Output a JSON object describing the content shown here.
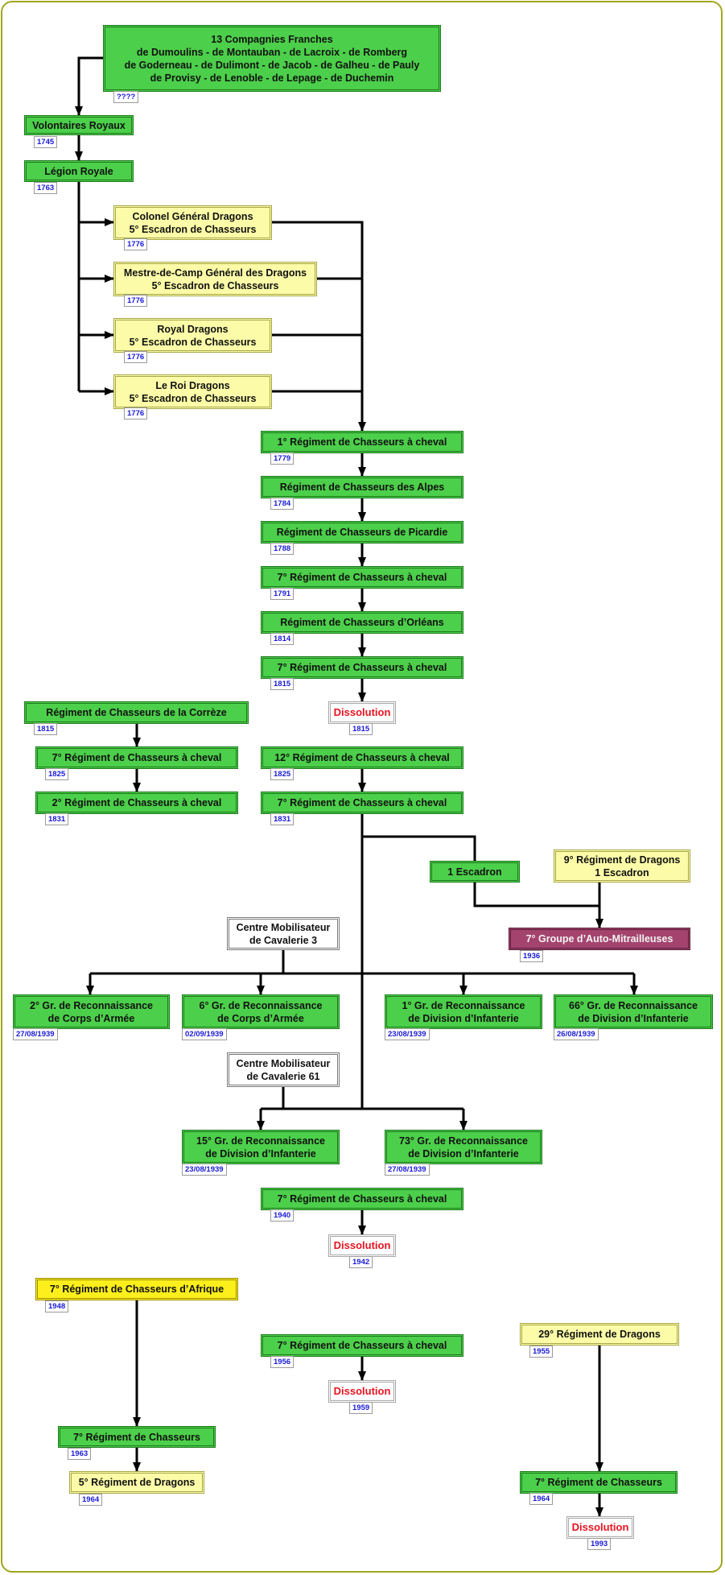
{
  "nodes": [
    {
      "id": "compagnies-franches",
      "label": "13 Compagnies Franches\nde Dumoulins - de Montauban - de Lacroix - de Romberg\nde Goderneau - de Dulimont - de Jacob - de Galheu - de Pauly\nde Provisy - de Lenoble - de Lepage - de Duchemin",
      "date": "????",
      "style": "green"
    },
    {
      "id": "volontaires-royaux",
      "label": "Volontaires Royaux",
      "date": "1745",
      "style": "green"
    },
    {
      "id": "legion-royale",
      "label": "Légion Royale",
      "date": "1763",
      "style": "green"
    },
    {
      "id": "colonel-general-dragons",
      "label": "Colonel Général Dragons\n5° Escadron de Chasseurs",
      "date": "1776",
      "style": "pale"
    },
    {
      "id": "mestre-de-camp",
      "label": "Mestre-de-Camp Général des Dragons\n5° Escadron de Chasseurs",
      "date": "1776",
      "style": "pale"
    },
    {
      "id": "royal-dragons",
      "label": "Royal Dragons\n5° Escadron de Chasseurs",
      "date": "1776",
      "style": "pale"
    },
    {
      "id": "le-roi-dragons",
      "label": "Le Roi Dragons\n5° Escadron de Chasseurs",
      "date": "1776",
      "style": "pale"
    },
    {
      "id": "rca-1-1779",
      "label": "1° Régiment de Chasseurs à cheval",
      "date": "1779",
      "style": "green"
    },
    {
      "id": "alpes",
      "label": "Régiment de Chasseurs des Alpes",
      "date": "1784",
      "style": "green"
    },
    {
      "id": "picardie",
      "label": "Régiment de Chasseurs de Picardie",
      "date": "1788",
      "style": "green"
    },
    {
      "id": "rca-7-1791",
      "label": "7° Régiment de Chasseurs à cheval",
      "date": "1791",
      "style": "green"
    },
    {
      "id": "orleans",
      "label": "Régiment de Chasseurs d’Orléans",
      "date": "1814",
      "style": "green"
    },
    {
      "id": "rca-7-1815",
      "label": "7° Régiment de Chasseurs à cheval",
      "date": "1815",
      "style": "green"
    },
    {
      "id": "dissolution-1815",
      "label": "Dissolution",
      "date": "1815",
      "style": "diss"
    },
    {
      "id": "correze",
      "label": "Régiment de Chasseurs de la Corrèze",
      "date": "1815",
      "style": "green"
    },
    {
      "id": "rca-7-1825-left",
      "label": "7° Régiment de Chasseurs à cheval",
      "date": "1825",
      "style": "green"
    },
    {
      "id": "rca-2-1831",
      "label": "2° Régiment de Chasseurs à cheval",
      "date": "1831",
      "style": "green"
    },
    {
      "id": "rca-12-1825",
      "label": "12° Régiment de Chasseurs à cheval",
      "date": "1825",
      "style": "green"
    },
    {
      "id": "rca-7-1831",
      "label": "7° Régiment de Chasseurs à cheval",
      "date": "1831",
      "style": "green"
    },
    {
      "id": "un-escadron",
      "label": "1 Escadron",
      "date": "",
      "style": "green"
    },
    {
      "id": "rd-9-escadron",
      "label": "9° Régiment de Dragons\n1 Escadron",
      "date": "",
      "style": "pale"
    },
    {
      "id": "gam-7",
      "label": "7° Groupe d’Auto-Mitrailleuses",
      "date": "1936",
      "style": "purple"
    },
    {
      "id": "cmc-3",
      "label": "Centre Mobilisateur\nde Cavalerie 3",
      "date": "",
      "style": "white"
    },
    {
      "id": "grca-2",
      "label": "2° Gr. de Reconnaissance\nde Corps d’Armée",
      "date": "27/08/1939",
      "style": "green"
    },
    {
      "id": "grca-6",
      "label": "6° Gr. de Reconnaissance\nde Corps d’Armée",
      "date": "02/09/1939",
      "style": "green"
    },
    {
      "id": "grdi-1",
      "label": "1° Gr. de Reconnaissance\nde Division d’Infanterie",
      "date": "23/08/1939",
      "style": "green"
    },
    {
      "id": "grdi-66",
      "label": "66° Gr. de Reconnaissance\nde Division d’Infanterie",
      "date": "26/08/1939",
      "style": "green"
    },
    {
      "id": "cmc-61",
      "label": "Centre Mobilisateur\nde Cavalerie 61",
      "date": "",
      "style": "white"
    },
    {
      "id": "grdi-15",
      "label": "15° Gr. de Reconnaissance\nde Division d’Infanterie",
      "date": "23/08/1939",
      "style": "green"
    },
    {
      "id": "grdi-73",
      "label": "73° Gr. de Reconnaissance\nde Division d’Infanterie",
      "date": "27/08/1939",
      "style": "green"
    },
    {
      "id": "rca-7-1940",
      "label": "7° Régiment de Chasseurs à cheval",
      "date": "1940",
      "style": "green"
    },
    {
      "id": "dissolution-1942",
      "label": "Dissolution",
      "date": "1942",
      "style": "diss"
    },
    {
      "id": "rcafrique-7",
      "label": "7° Régiment de Chasseurs d’Afrique",
      "date": "1948",
      "style": "bright"
    },
    {
      "id": "rca-7-1956",
      "label": "7° Régiment de Chasseurs à cheval",
      "date": "1956",
      "style": "green"
    },
    {
      "id": "dissolution-1959",
      "label": "Dissolution",
      "date": "1959",
      "style": "diss"
    },
    {
      "id": "rd-29",
      "label": "29° Régiment de Dragons",
      "date": "1955",
      "style": "pale"
    },
    {
      "id": "rc-7-1963",
      "label": "7° Régiment de Chasseurs",
      "date": "1963",
      "style": "green"
    },
    {
      "id": "rd-5",
      "label": "5° Régiment de Dragons",
      "date": "1964",
      "style": "pale"
    },
    {
      "id": "rc-7-1964",
      "label": "7° Régiment de Chasseurs",
      "date": "1964",
      "style": "green"
    },
    {
      "id": "dissolution-1993",
      "label": "Dissolution",
      "date": "1993",
      "style": "diss"
    }
  ],
  "edges": [
    {
      "from": "compagnies-franches",
      "to": "volontaires-royaux"
    },
    {
      "from": "volontaires-royaux",
      "to": "legion-royale"
    },
    {
      "from": "legion-royale",
      "to": "colonel-general-dragons"
    },
    {
      "from": "legion-royale",
      "to": "mestre-de-camp"
    },
    {
      "from": "legion-royale",
      "to": "royal-dragons"
    },
    {
      "from": "legion-royale",
      "to": "le-roi-dragons"
    },
    {
      "from": "colonel-general-dragons",
      "to": "rca-1-1779"
    },
    {
      "from": "mestre-de-camp",
      "to": "rca-1-1779"
    },
    {
      "from": "royal-dragons",
      "to": "rca-1-1779"
    },
    {
      "from": "le-roi-dragons",
      "to": "rca-1-1779"
    },
    {
      "from": "rca-1-1779",
      "to": "alpes"
    },
    {
      "from": "alpes",
      "to": "picardie"
    },
    {
      "from": "picardie",
      "to": "rca-7-1791"
    },
    {
      "from": "rca-7-1791",
      "to": "orleans"
    },
    {
      "from": "orleans",
      "to": "rca-7-1815"
    },
    {
      "from": "rca-7-1815",
      "to": "dissolution-1815"
    },
    {
      "from": "correze",
      "to": "rca-7-1825-left"
    },
    {
      "from": "rca-7-1825-left",
      "to": "rca-2-1831"
    },
    {
      "from": "rca-12-1825",
      "to": "rca-7-1831"
    },
    {
      "from": "rca-7-1831",
      "to": "un-escadron"
    },
    {
      "from": "un-escadron",
      "to": "gam-7"
    },
    {
      "from": "rd-9-escadron",
      "to": "gam-7"
    },
    {
      "from": "rca-7-1831",
      "to": "grca-2"
    },
    {
      "from": "rca-7-1831",
      "to": "grca-6"
    },
    {
      "from": "rca-7-1831",
      "to": "grdi-1"
    },
    {
      "from": "rca-7-1831",
      "to": "grdi-66"
    },
    {
      "from": "cmc-3",
      "to": "grca-2"
    },
    {
      "from": "rca-7-1831",
      "to": "grdi-15"
    },
    {
      "from": "rca-7-1831",
      "to": "grdi-73"
    },
    {
      "from": "cmc-61",
      "to": "grdi-15"
    },
    {
      "from": "rca-7-1940",
      "to": "dissolution-1942"
    },
    {
      "from": "rcafrique-7",
      "to": "rc-7-1963"
    },
    {
      "from": "rc-7-1963",
      "to": "rd-5"
    },
    {
      "from": "rca-7-1956",
      "to": "dissolution-1959"
    },
    {
      "from": "rd-29",
      "to": "rc-7-1964"
    },
    {
      "from": "rc-7-1964",
      "to": "dissolution-1993"
    }
  ]
}
